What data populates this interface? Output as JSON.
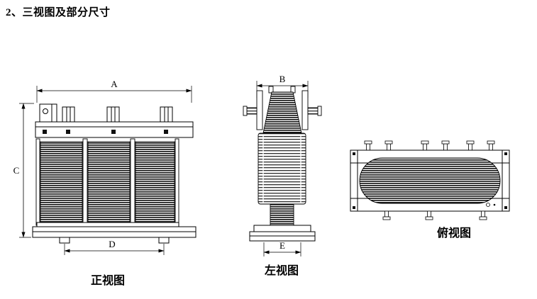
{
  "title": "2、三视图及部分尺寸",
  "ink_color": "#000000",
  "views": {
    "front": {
      "caption": "正视图",
      "dim_width": "A",
      "dim_height": "C",
      "dim_foot": "D"
    },
    "side": {
      "caption": "左视图",
      "dim_width": "B",
      "dim_foot": "E"
    },
    "top": {
      "caption": "俯视图"
    }
  }
}
